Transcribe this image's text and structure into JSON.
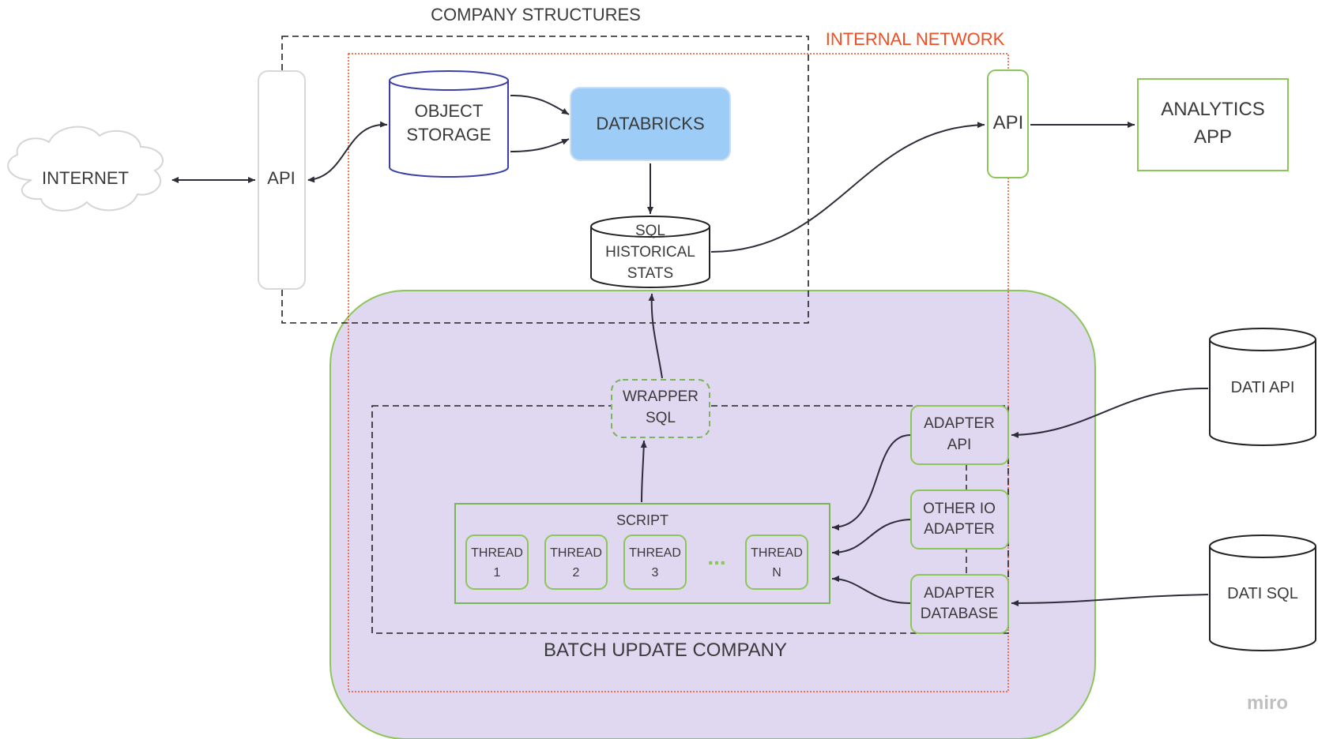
{
  "diagram": {
    "company_structures": "COMPANY STRUCTURES",
    "internal_network": "INTERNAL NETWORK",
    "internet": "INTERNET",
    "api_left": "API",
    "object_storage": [
      "OBJECT",
      "STORAGE"
    ],
    "databricks": "DATABRICKS",
    "sql_stats": [
      "SQL",
      "HISTORICAL",
      "STATS"
    ],
    "api_right": "API",
    "analytics_app": [
      "ANALYTICS",
      "APP"
    ],
    "wrapper_sql": [
      "WRAPPER",
      "SQL"
    ],
    "script": "SCRIPT",
    "threads": [
      [
        "THREAD",
        "1"
      ],
      [
        "THREAD",
        "2"
      ],
      [
        "THREAD",
        "3"
      ],
      [
        "THREAD",
        "N"
      ]
    ],
    "ellipsis": "...",
    "adapter_api": [
      "ADAPTER",
      "API"
    ],
    "other_io_adapter": [
      "OTHER IO",
      "ADAPTER"
    ],
    "adapter_database": [
      "ADAPTER",
      "DATABASE"
    ],
    "batch_update_company": "BATCH UPDATE COMPANY",
    "dati_api": "DATI API",
    "dati_sql": "DATI SQL",
    "watermark": "miro"
  },
  "colors": {
    "internal_network": "#f04e23",
    "purple_fill": "#e0d7f0",
    "green": "#8cc65a",
    "databricks_fill": "#9dcdf7",
    "storage_stroke": "#3b3fa6",
    "dark": "#333333"
  }
}
